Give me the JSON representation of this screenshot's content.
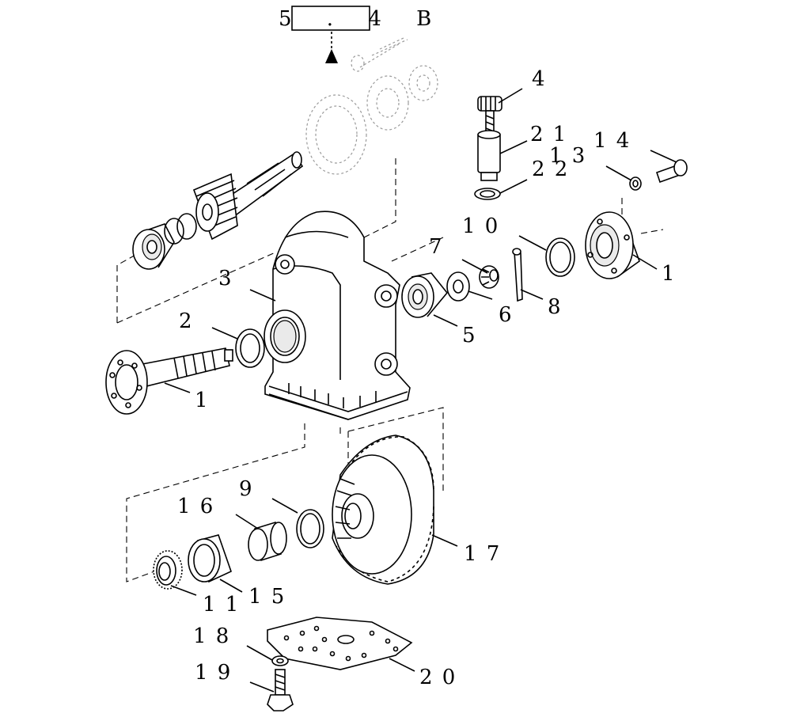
{
  "reference_box": "5 . 4 B",
  "callouts": [
    {
      "id": "c4",
      "text": "4"
    },
    {
      "id": "c21",
      "text": "2 1"
    },
    {
      "id": "c13",
      "text": "1 3"
    },
    {
      "id": "c14",
      "text": "1 4"
    },
    {
      "id": "c22",
      "text": "2 2"
    },
    {
      "id": "c10",
      "text": "1 0"
    },
    {
      "id": "c7",
      "text": "7"
    },
    {
      "id": "c1a",
      "text": "1"
    },
    {
      "id": "c3",
      "text": "3"
    },
    {
      "id": "c6",
      "text": "6"
    },
    {
      "id": "c8",
      "text": "8"
    },
    {
      "id": "c2",
      "text": "2"
    },
    {
      "id": "c5",
      "text": "5"
    },
    {
      "id": "c1b",
      "text": "1"
    },
    {
      "id": "c16",
      "text": "1 6"
    },
    {
      "id": "c9",
      "text": "9"
    },
    {
      "id": "c17",
      "text": "1 7"
    },
    {
      "id": "c11",
      "text": "1 1"
    },
    {
      "id": "c15",
      "text": "1 5"
    },
    {
      "id": "c18",
      "text": "1 8"
    },
    {
      "id": "c19",
      "text": "1 9"
    },
    {
      "id": "c20",
      "text": "2 0"
    }
  ]
}
